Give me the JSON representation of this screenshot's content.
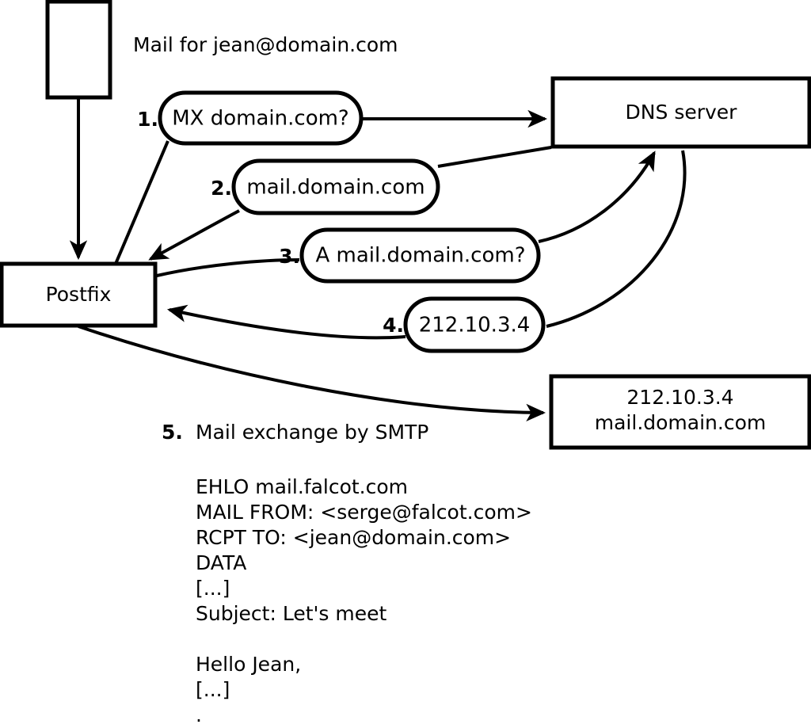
{
  "diagram": {
    "title": "Mail for jean@domain.com",
    "nodes": {
      "sender_box": {
        "label": ""
      },
      "postfix": {
        "label": "Postfix"
      },
      "dns_server": {
        "label": "DNS server"
      },
      "mail_server": {
        "line1": "212.10.3.4",
        "line2": "mail.domain.com"
      }
    },
    "steps": [
      {
        "num": "1.",
        "label": "MX domain.com?"
      },
      {
        "num": "2.",
        "label": "mail.domain.com"
      },
      {
        "num": "3.",
        "label": "A mail.domain.com?"
      },
      {
        "num": "4.",
        "label": "212.10.3.4"
      }
    ],
    "step5": {
      "num": "5.",
      "label": "Mail exchange by SMTP"
    },
    "smtp_transcript": [
      "EHLO mail.falcot.com",
      "MAIL FROM: <serge@falcot.com>",
      "RCPT TO: <jean@domain.com>",
      "DATA",
      "[...]",
      "Subject: Let's meet",
      "",
      "Hello Jean,",
      "[...]",
      "."
    ],
    "colors": {
      "stroke": "#000000",
      "fill": "#ffffff",
      "text": "#000000"
    }
  }
}
